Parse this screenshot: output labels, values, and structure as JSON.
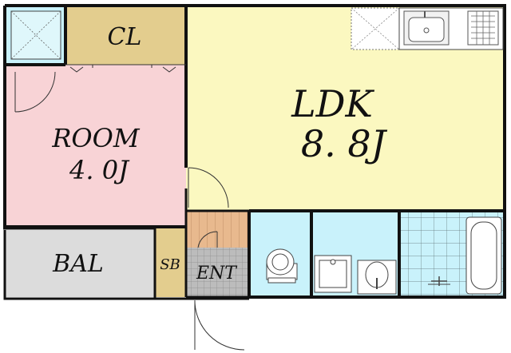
{
  "rooms": {
    "ldk": {
      "name": "LDK",
      "size": "8. 8J"
    },
    "room": {
      "name": "ROOM",
      "size": "4. 0J"
    },
    "closet": {
      "name": "CL"
    },
    "balcony": {
      "name": "BAL"
    },
    "shoe_box": {
      "name": "SB"
    },
    "entrance": {
      "name": "ENT"
    }
  },
  "colors": {
    "ldk": "#fbf8c0",
    "room": "#f8d3d6",
    "closet": "#e3cd8e",
    "wet_area": "#c9f2fb",
    "balcony": "#dcdcdc",
    "entrance_tile": "#bcbcbc",
    "hall_floor": "#e8b98e",
    "walls": "#111111"
  },
  "icons": [
    "storage-cross-icon",
    "sink-icon",
    "stove-icon",
    "toilet-icon",
    "washer-icon",
    "wash-basin-icon",
    "bathtub-icon"
  ]
}
